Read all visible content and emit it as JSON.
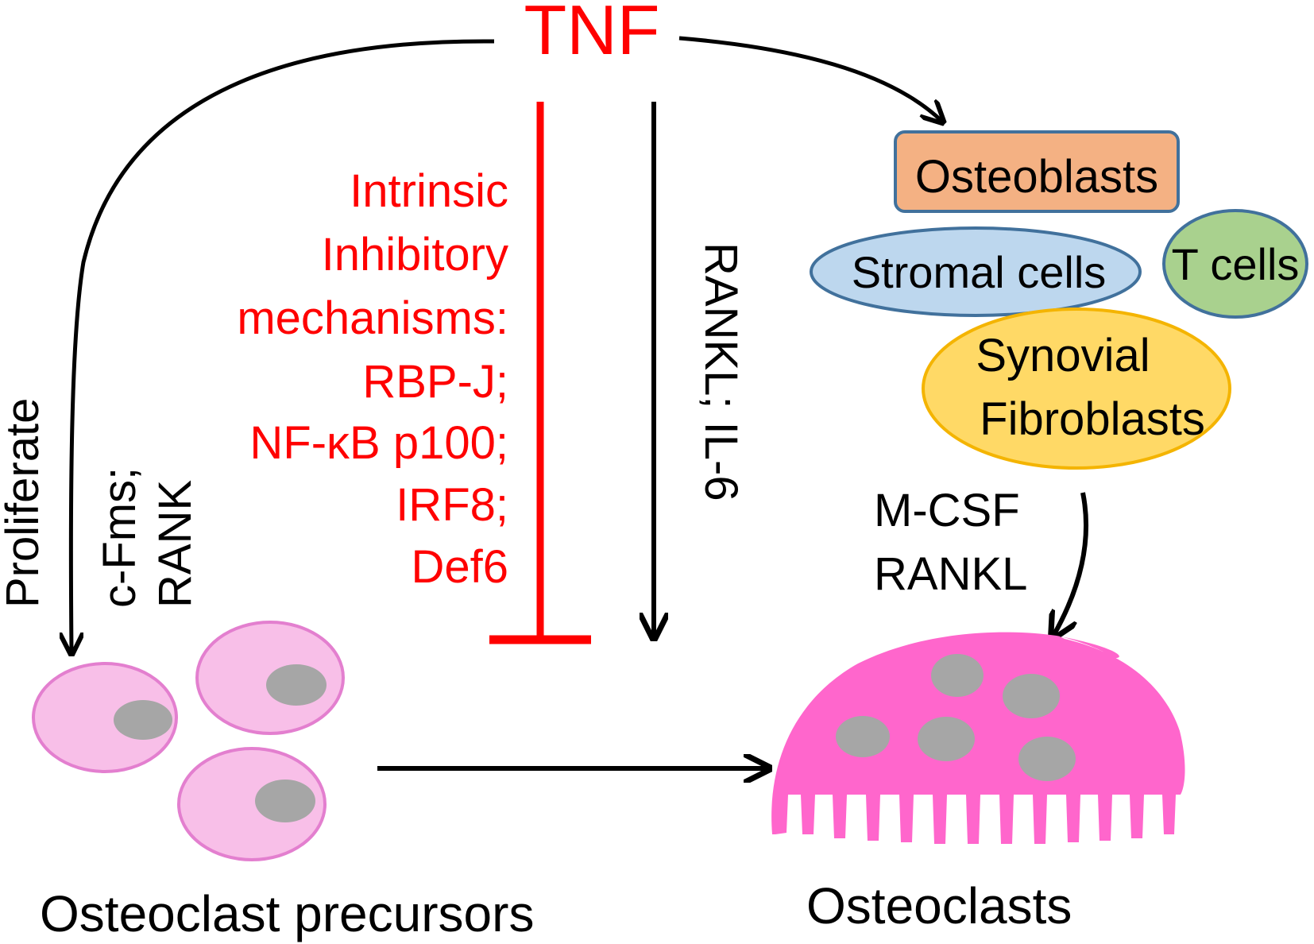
{
  "title": "TNF",
  "inhibitory": {
    "lines": [
      "Intrinsic",
      "Inhibitory",
      "mechanisms:",
      "RBP-J;",
      "NF-κB p100;",
      "IRF8;",
      "Def6"
    ]
  },
  "labels": {
    "rankl_il6": "RANKL; IL-6",
    "proliferate": "Proliferate",
    "cfms": "c-Fms;",
    "rank": "RANK",
    "mcsf": "M-CSF",
    "rankl": "RANKL",
    "precursors": "Osteoclast precursors",
    "osteoclasts": "Osteoclasts"
  },
  "cells": {
    "osteoblasts": "Osteoblasts",
    "stromal": "Stromal cells",
    "tcells": "T cells",
    "synovial_1": "Synovial",
    "synovial_2": "Fibroblasts"
  },
  "colors": {
    "accent_red": "#ff0000",
    "osteoblast_fill": "#f4b183",
    "stromal_fill": "#bdd7ee",
    "tcell_fill": "#a9d18e",
    "synovial_fill": "#ffd966",
    "precursor_fill": "#f8bfe8",
    "osteoclast_fill": "#ff66cc",
    "nucleus_fill": "#a6a6a6"
  }
}
